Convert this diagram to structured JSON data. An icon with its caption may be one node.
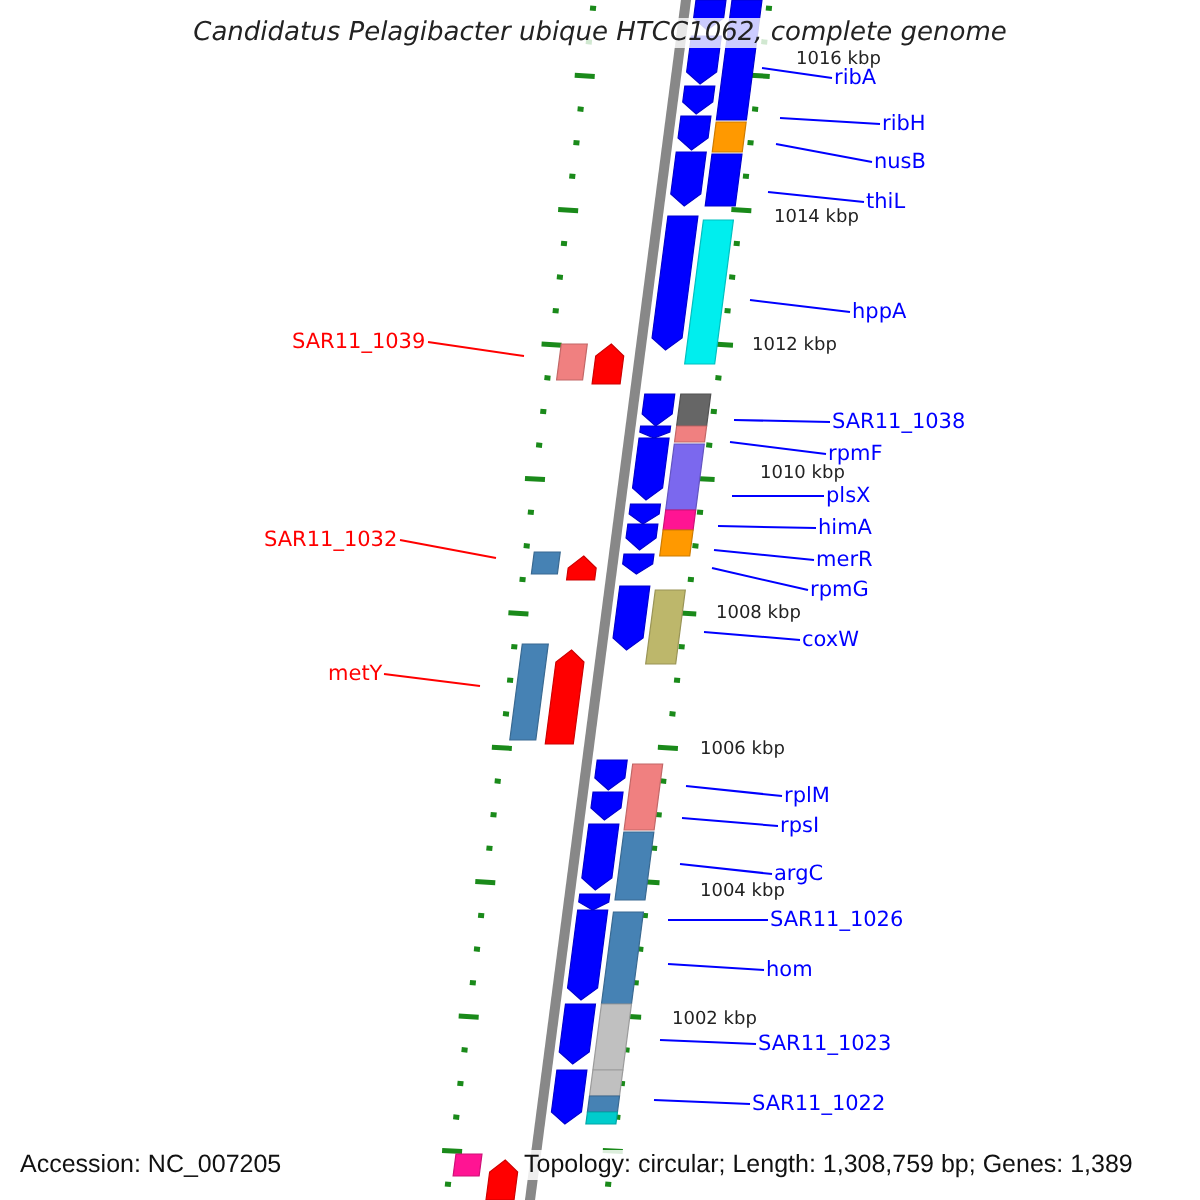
{
  "diagram": {
    "title": "Candidatus Pelagibacter ubique HTCC1062, complete genome",
    "nodes": [
      {
        "text": [
          "ribA"
        ]
      },
      {
        "text": [
          "ribH"
        ]
      },
      {
        "text": [
          "nusB"
        ]
      },
      {
        "text": [
          "thiL"
        ]
      },
      {
        "text": [
          "hppA"
        ]
      },
      {
        "text": [
          "SAR11_1039"
        ]
      },
      {
        "text": [
          "SAR11_1038"
        ]
      },
      {
        "text": [
          "rpmF"
        ]
      },
      {
        "text": [
          "plsX"
        ]
      },
      {
        "text": [
          "himA"
        ]
      },
      {
        "text": [
          "SAR11_1032"
        ]
      },
      {
        "text": [
          "merR"
        ]
      },
      {
        "text": [
          "rpmG"
        ]
      },
      {
        "text": [
          "coxW"
        ]
      },
      {
        "text": [
          "metY"
        ]
      },
      {
        "text": [
          "rplM"
        ]
      },
      {
        "text": [
          "rpsI"
        ]
      },
      {
        "text": [
          "argC"
        ]
      },
      {
        "text": [
          "SAR11_1026"
        ]
      },
      {
        "text": [
          "hom"
        ]
      },
      {
        "text": [
          "SAR11_1023"
        ]
      },
      {
        "text": [
          "SAR11_1022"
        ]
      }
    ],
    "edges": [
      {
        "from": 0,
        "to": null,
        "arrow": "none"
      },
      {
        "from": 1,
        "to": null,
        "arrow": "none"
      },
      {
        "from": 2,
        "to": null,
        "arrow": "none"
      },
      {
        "from": 3,
        "to": null,
        "arrow": "none"
      },
      {
        "from": 4,
        "to": null,
        "arrow": "none"
      },
      {
        "from": 5,
        "to": null,
        "arrow": "none",
        "color": "#ff0000"
      },
      {
        "from": 6,
        "to": null,
        "arrow": "none"
      },
      {
        "from": 7,
        "to": null,
        "arrow": "none"
      },
      {
        "from": 8,
        "to": null,
        "arrow": "none"
      },
      {
        "from": 9,
        "to": null,
        "arrow": "none"
      },
      {
        "from": 10,
        "to": null,
        "arrow": "none",
        "color": "#ff0000"
      },
      {
        "from": 11,
        "to": null,
        "arrow": "none"
      },
      {
        "from": 12,
        "to": null,
        "arrow": "none"
      },
      {
        "from": 13,
        "to": null,
        "arrow": "none"
      },
      {
        "from": 14,
        "to": null,
        "arrow": "none",
        "color": "#ff0000"
      },
      {
        "from": 15,
        "to": null,
        "arrow": "none"
      },
      {
        "from": 16,
        "to": null,
        "arrow": "none"
      },
      {
        "from": 17,
        "to": null,
        "arrow": "none"
      },
      {
        "from": 18,
        "to": null,
        "arrow": "none"
      },
      {
        "from": 19,
        "to": null,
        "arrow": "none"
      },
      {
        "from": 20,
        "to": null,
        "arrow": "none"
      },
      {
        "from": 21,
        "to": null,
        "arrow": "none"
      }
    ],
    "labels": [
      "1016 kbp",
      "1014 kbp",
      "1012 kbp",
      "1010 kbp",
      "1008 kbp",
      "1006 kbp",
      "1004 kbp",
      "1002 kbp",
      "Accession: NC_007205",
      "Topology: circular; Length: 1,308,759 bp; Genes: 1,389"
    ]
  }
}
